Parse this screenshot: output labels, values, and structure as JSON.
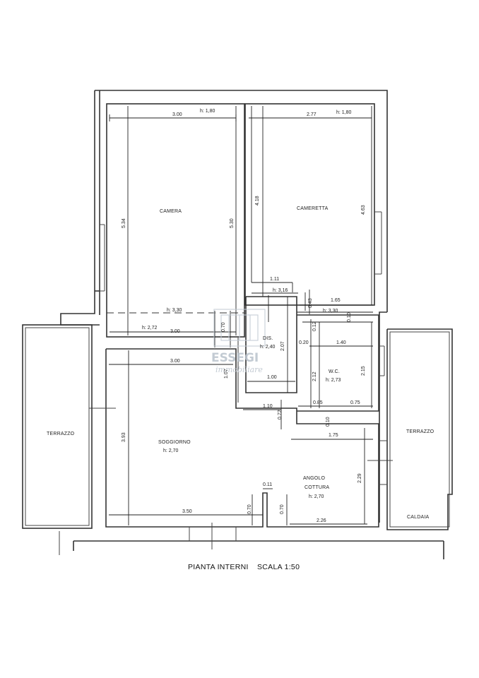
{
  "caption": {
    "title": "PIANTA INTERNI",
    "scale": "SCALA 1:50"
  },
  "watermark": {
    "brand": "ESSEGI",
    "sub": "immobiliare"
  },
  "rooms": {
    "camera": "CAMERA",
    "cameretta": "CAMERETTA",
    "dis": "DIS.",
    "wc": "W.C.",
    "soggiorno": "SOGGIORNO",
    "angolo": "ANGOLO",
    "cottura": "COTTURA",
    "terrazzo_left": "TERRAZZO",
    "terrazzo_right": "TERRAZZO",
    "caldaia": "CALDAIA"
  },
  "heights": {
    "camera": "h: 1,80",
    "cameretta": "h: 1,80",
    "camera_low": "h: 3,30",
    "camera_mid": "h: 2,72",
    "cameretta_low": "h: 3,30",
    "dis_top": "h: 3,16",
    "dis": "h: 2,40",
    "wc": "h: 2,73",
    "soggiorno": "h: 2,70",
    "cottura": "h: 2,70"
  },
  "dims": {
    "camera_w": "3.00",
    "camera_h1": "5.34",
    "camera_h2": "5.30",
    "camera_bottom": "3.00",
    "door_070a": "0.70",
    "cameretta_w": "2.77",
    "cameretta_h1": "4.18",
    "cameretta_h2": "4.63",
    "d_111": "1.11",
    "d_165": "1.65",
    "d_043": "0.43",
    "d_207": "2.07",
    "d_012": "0.12",
    "d_010": "0.10",
    "d_020": "0.20",
    "d_140": "1.40",
    "d_300_sog": "3.00",
    "d_107": "1.07",
    "d_100": "1.00",
    "d_212": "2.12",
    "d_215": "2.15",
    "d_085": "0.85",
    "d_075": "0.75",
    "d_110": "1.10",
    "d_072": "0.72",
    "d_010b": "0.10",
    "d_175": "1.75",
    "d_393": "3.93",
    "d_229": "2.29",
    "d_011": "0.11",
    "d_350": "3.50",
    "d_070b": "0.70",
    "d_070c": "0.70",
    "d_226": "2.26"
  }
}
